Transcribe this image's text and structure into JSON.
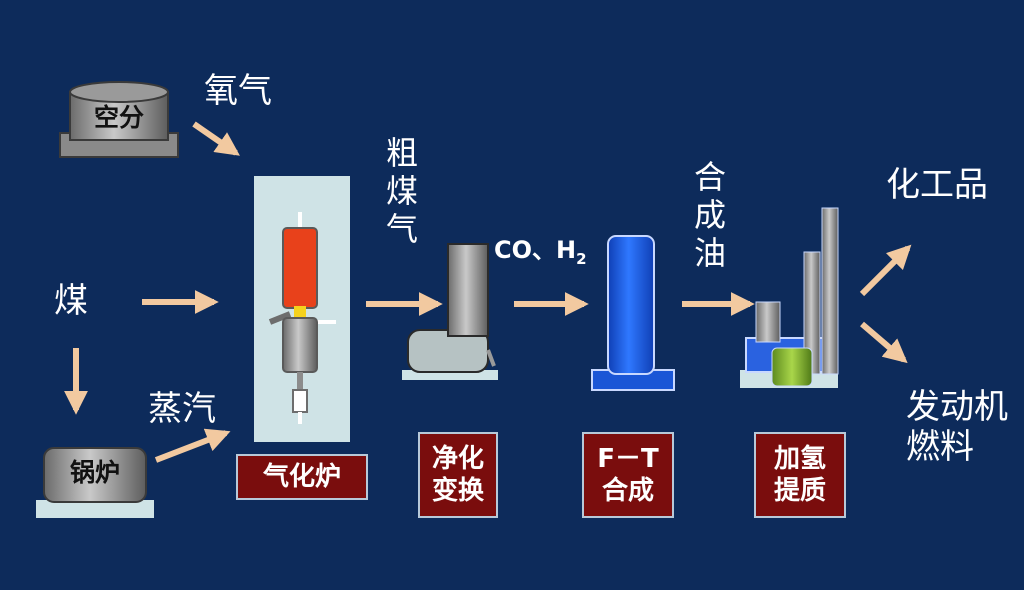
{
  "inputs": {
    "air_separation": "空分",
    "oxygen": "氧气",
    "coal": "煤",
    "boiler": "锅炉",
    "steam": "蒸汽"
  },
  "streams": {
    "raw_gas": "粗煤气",
    "syngas_co": "CO、H",
    "syngas_h2_sub": "2",
    "synthetic_oil": "合成油"
  },
  "units": {
    "gasifier": "气化炉",
    "purification": "净化变换",
    "ft_line1": "F－T",
    "ft_line2": "合成",
    "hydro_line1": "加氢",
    "hydro_line2": "提质"
  },
  "outputs": {
    "chemicals": "化工品",
    "engine_fuel_line1": "发动机",
    "engine_fuel_line2": "燃料"
  },
  "colors": {
    "background": "#0d2b5b",
    "arrow": "#f2c9a0",
    "label_box": "#7a0d0d",
    "gasifier_panel": "#cfe3e6",
    "ft_reactor": "#1a56d6",
    "heater_red": "#e8411b"
  }
}
